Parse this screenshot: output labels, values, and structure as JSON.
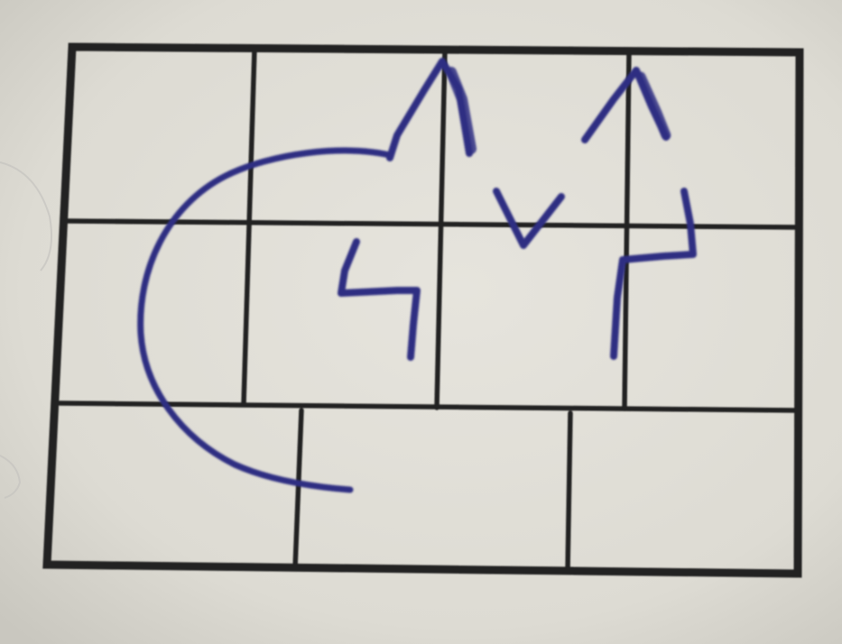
{
  "colors": {
    "paper": "#e3e1da",
    "paper_shade": "#d3d1c9",
    "grid_line": "#232323",
    "pen_ink": "#2f2f82"
  },
  "grid": {
    "rows": 3,
    "columns_top_rows": 4,
    "columns_bottom_row": 3
  },
  "drawing": {
    "strokes": [
      "curved-arc",
      "zigzag-peaks",
      "v-mark",
      "s-hook",
      "z-hook"
    ]
  }
}
